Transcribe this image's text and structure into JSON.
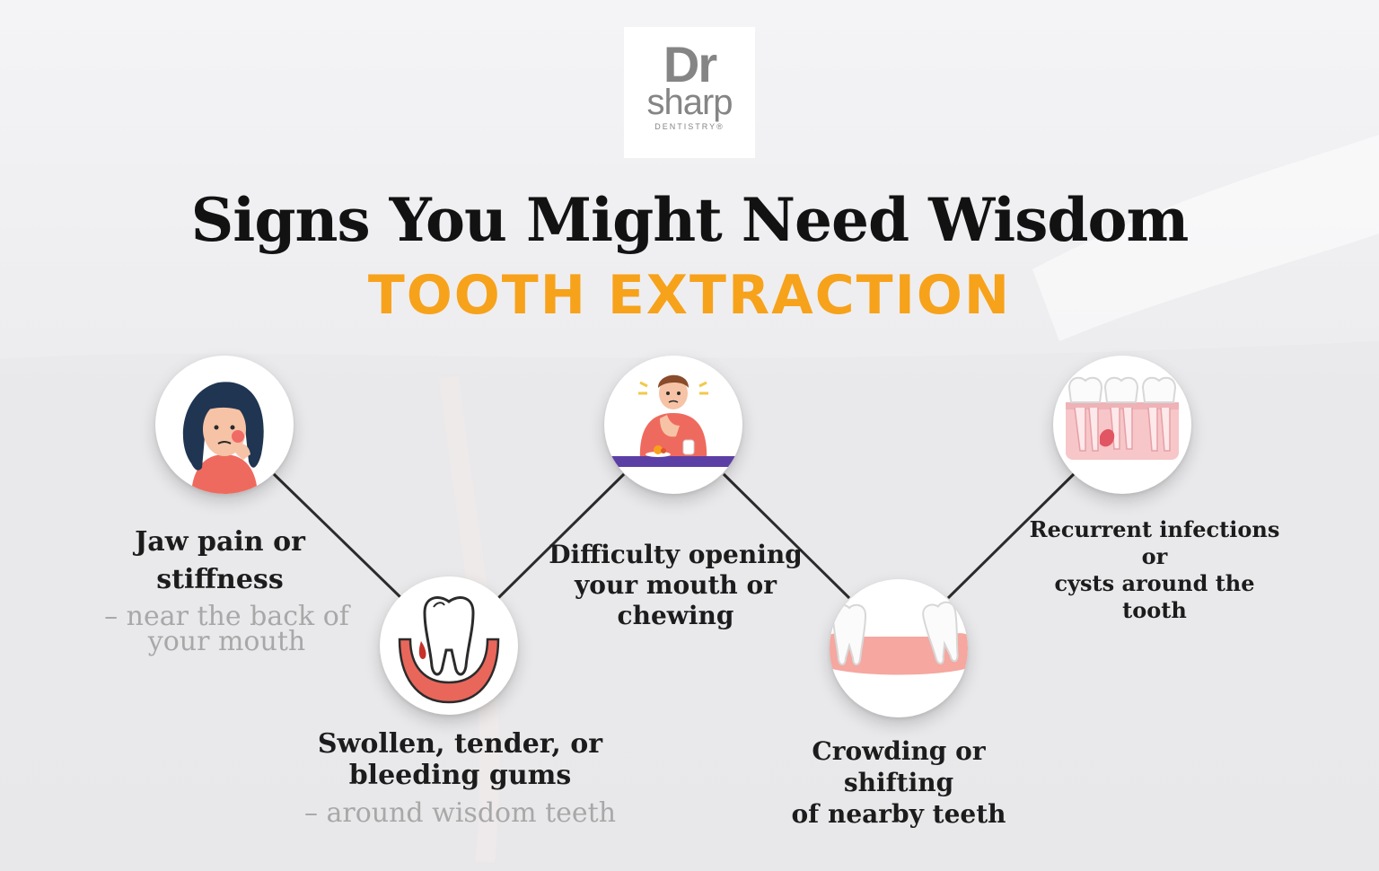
{
  "brand": {
    "logo_line1": "Dr",
    "logo_line2": "sharp",
    "logo_line3": "DENTISTRY®"
  },
  "heading": {
    "title": "Signs You Might Need Wisdom",
    "subtitle": "TOOTH EXTRACTION"
  },
  "signs": [
    {
      "title_line1": "Jaw pain or",
      "title_line2": "stiffness",
      "detail_line1": "– near the back of",
      "detail_line2": "your mouth",
      "icon": "woman-holding-cheek-icon"
    },
    {
      "title_line1": "Swollen, tender, or",
      "title_line2": "bleeding gums",
      "detail_line1": "– around wisdom teeth",
      "icon": "tooth-bleeding-gum-icon"
    },
    {
      "title_line1": "Difficulty opening",
      "title_line2": "your mouth or",
      "title_line3": "chewing",
      "icon": "man-eating-pain-icon"
    },
    {
      "title_line1": "Crowding or shifting",
      "title_line2": "of nearby teeth",
      "icon": "shifted-teeth-icon"
    },
    {
      "title_line1": "Recurrent infections",
      "title_line2": "or",
      "title_line3": "cysts around the tooth",
      "icon": "tooth-cyst-icon"
    }
  ],
  "colors": {
    "title": "#121212",
    "accent": "#f7a21b",
    "detail": "#a8a8a8",
    "connector": "#2b2b2b"
  }
}
